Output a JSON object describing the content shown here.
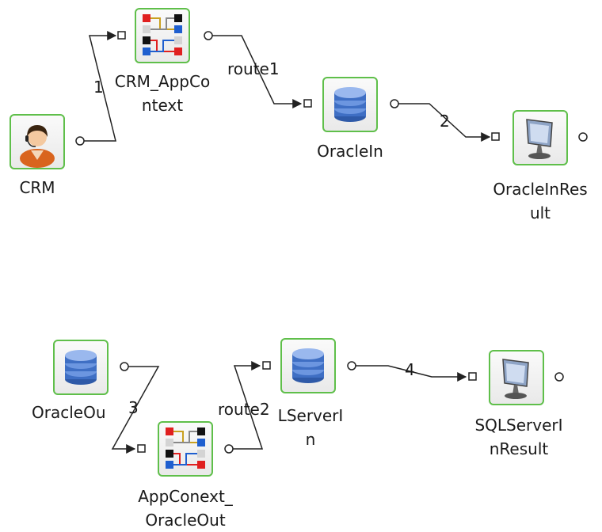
{
  "diagram": {
    "nodes": {
      "crm": {
        "label": "CRM",
        "icon": "person-icon"
      },
      "crm_appcontext": {
        "label_line1": "CRM_AppCo",
        "label_line2": "ntext",
        "icon": "router-icon"
      },
      "oraclein": {
        "label": "OracleIn",
        "icon": "database-icon"
      },
      "oracleinresult": {
        "label_line1": "OracleInRes",
        "label_line2": "ult",
        "icon": "monitor-icon"
      },
      "oracleout": {
        "label": "OracleOu",
        "icon": "database-icon"
      },
      "appconext_oracleout": {
        "label_line1": "AppConext_",
        "label_line2": "OracleOut",
        "icon": "router-icon"
      },
      "sqlserverin": {
        "label_line1": "LServerI",
        "label_line2": "n",
        "icon": "database-icon"
      },
      "sqlserverinresult": {
        "label_line1": "SQLServerI",
        "label_line2": "nResult",
        "icon": "monitor-icon"
      }
    },
    "edges": {
      "e1": {
        "label": "1"
      },
      "route1": {
        "label": "route1"
      },
      "e2": {
        "label": "2"
      },
      "e3": {
        "label": "3"
      },
      "route2": {
        "label": "route2"
      },
      "e4": {
        "label": "4"
      }
    },
    "colors": {
      "node_border": "#5fbf4a",
      "edge": "#222222",
      "db_blue": "#3f6fc4",
      "person_orange": "#d9641e"
    }
  }
}
